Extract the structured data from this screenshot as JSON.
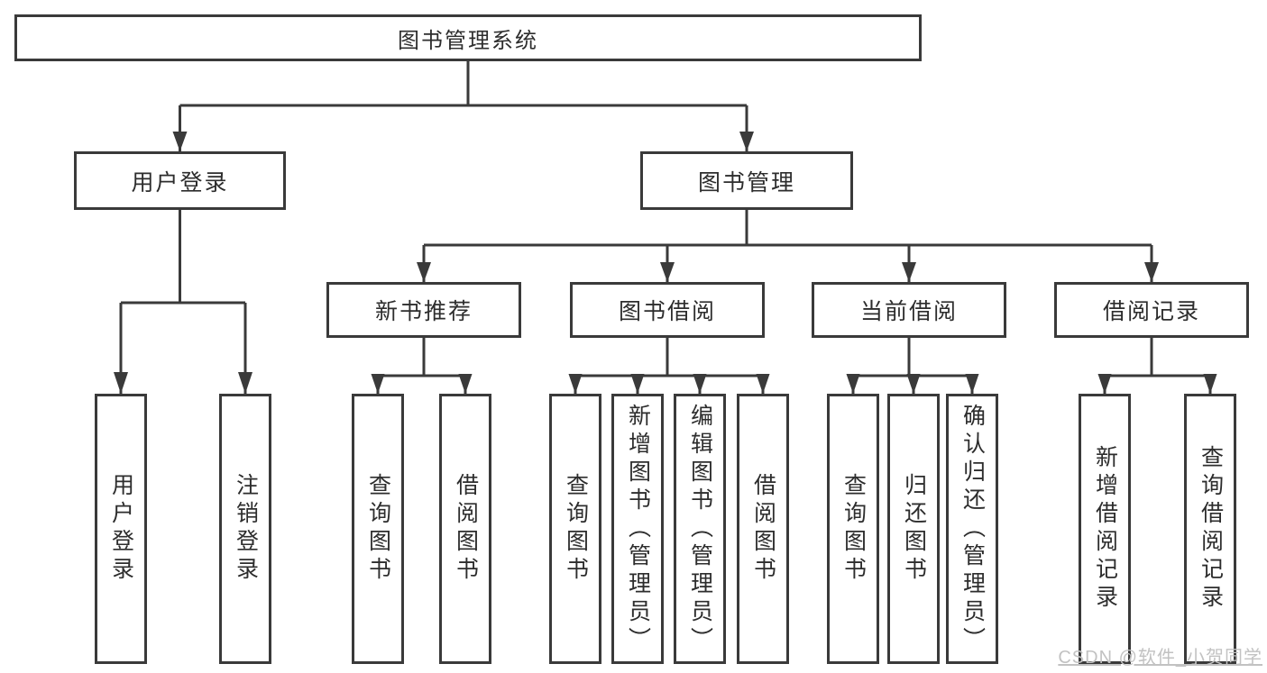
{
  "watermark": "CSDN @软件_小贺同学",
  "colors": {
    "line": "#3a3a3a",
    "text": "#2d2d2d",
    "watermark": "#c2c2c2",
    "background": "#ffffff"
  },
  "tree": {
    "root": {
      "label": "图书管理系统",
      "children": [
        {
          "label": "用户登录",
          "children": [
            {
              "label": "用户登录"
            },
            {
              "label": "注销登录"
            }
          ]
        },
        {
          "label": "图书管理",
          "children": [
            {
              "label": "新书推荐",
              "children": [
                {
                  "label": "查询图书"
                },
                {
                  "label": "借阅图书"
                }
              ]
            },
            {
              "label": "图书借阅",
              "children": [
                {
                  "label": "查询图书"
                },
                {
                  "label": "新增图书（管理员）"
                },
                {
                  "label": "编辑图书（管理员）"
                },
                {
                  "label": "借阅图书"
                }
              ]
            },
            {
              "label": "当前借阅",
              "children": [
                {
                  "label": "查询图书"
                },
                {
                  "label": "归还图书"
                },
                {
                  "label": "确认归还（管理员）"
                }
              ]
            },
            {
              "label": "借阅记录",
              "children": [
                {
                  "label": "新增借阅记录"
                },
                {
                  "label": "查询借阅记录"
                }
              ]
            }
          ]
        }
      ]
    }
  }
}
